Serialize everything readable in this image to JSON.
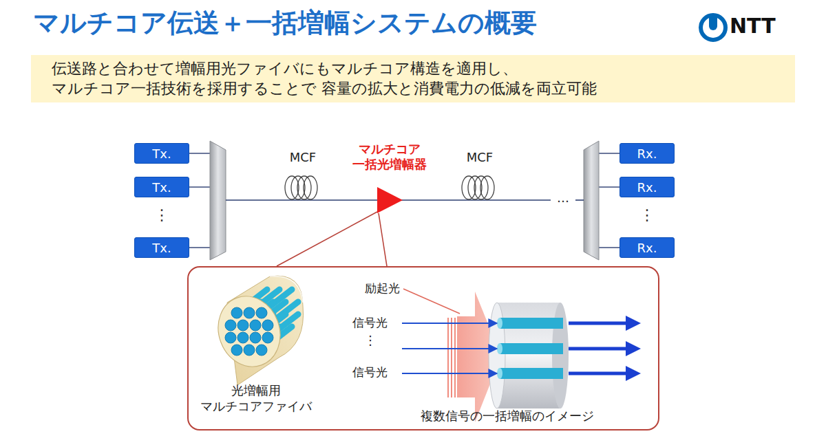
{
  "diagram": {
    "title": "マルチコア伝送＋一括増幅システムの概要",
    "nodes": [
      {
        "text": [
          "伝送路と合わせて増幅用光ファイバにもマルチコア構造を適用し、マルチコア一括技術を採用することで 容量の拡大と消費電力の低減を両立可能"
        ]
      },
      {
        "text": [
          "Tx."
        ]
      },
      {
        "text": [
          "Tx."
        ]
      },
      {
        "text": [
          "Tx."
        ]
      },
      {
        "text": [
          "Rx."
        ]
      },
      {
        "text": [
          "Rx."
        ]
      },
      {
        "text": [
          "Rx."
        ]
      },
      {
        "text": [
          "マルチコア 一括光増幅器"
        ]
      },
      {
        "text": [
          "光増幅用 マルチコアファイバ",
          "複数信号の一括増幅のイメージ"
        ]
      }
    ],
    "edges": [
      {
        "from": 7,
        "to": 8,
        "arrow": "none"
      },
      {
        "from": 7,
        "to": 8,
        "arrow": "none"
      }
    ],
    "labels": [
      "NTT",
      "⋮",
      "⋮",
      "MCF",
      "MCF",
      "…",
      "励起光",
      "信号光",
      "⋮",
      "信号光"
    ]
  }
}
